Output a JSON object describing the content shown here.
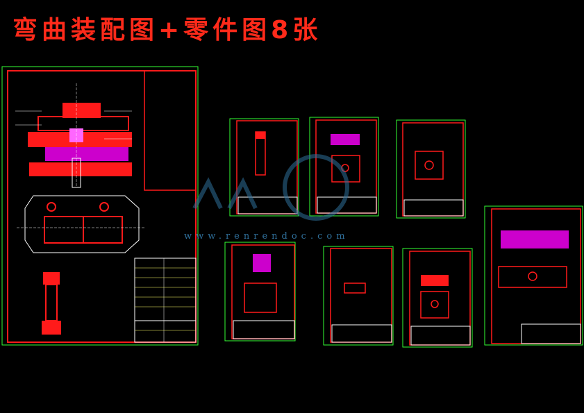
{
  "page": {
    "title": "弯曲装配图+零件图8张"
  },
  "watermark": {
    "url_text": "www.renrendoc.com"
  },
  "colors": {
    "background": "#000000",
    "title": "#ff2a1a",
    "sheet_border": "#33ff33",
    "frame": "#ff1a1a",
    "section_fill": "#ff1a1a",
    "hatch": "#ff33ff",
    "dimension": "#ffffff",
    "title_block_text": "#ffff66",
    "watermark": "#2f6f9a"
  },
  "sheets": [
    {
      "name": "assembly-drawing"
    },
    {
      "name": "part-drawing-1"
    },
    {
      "name": "part-drawing-2"
    },
    {
      "name": "part-drawing-3"
    },
    {
      "name": "part-drawing-4"
    },
    {
      "name": "part-drawing-5"
    },
    {
      "name": "part-drawing-6"
    },
    {
      "name": "part-drawing-7"
    }
  ]
}
